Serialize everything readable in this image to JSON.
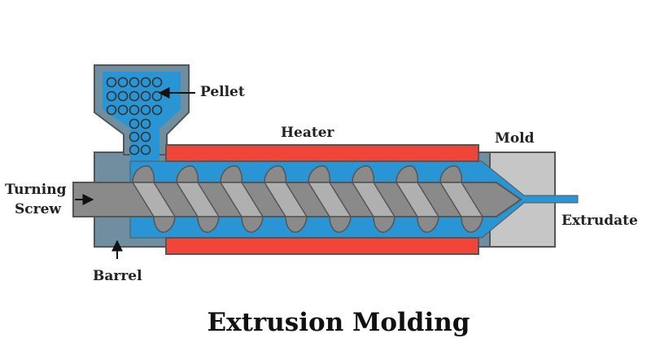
{
  "labels": {
    "pellet": "Pellet",
    "heater": "Heater",
    "mold": "Mold",
    "turning": "Turning",
    "screw": "Screw",
    "extrudate": "Extrudate",
    "barrel": "Barrel"
  },
  "title": "Extrusion Molding",
  "colors": {
    "melt": "#2a95d4",
    "barrel": "#6f8fa0",
    "heater": "#f2453a",
    "mold": "#c6c6c6",
    "screw": "#8a8a8a",
    "screw_dark": "#555555",
    "outline": "#555555"
  }
}
